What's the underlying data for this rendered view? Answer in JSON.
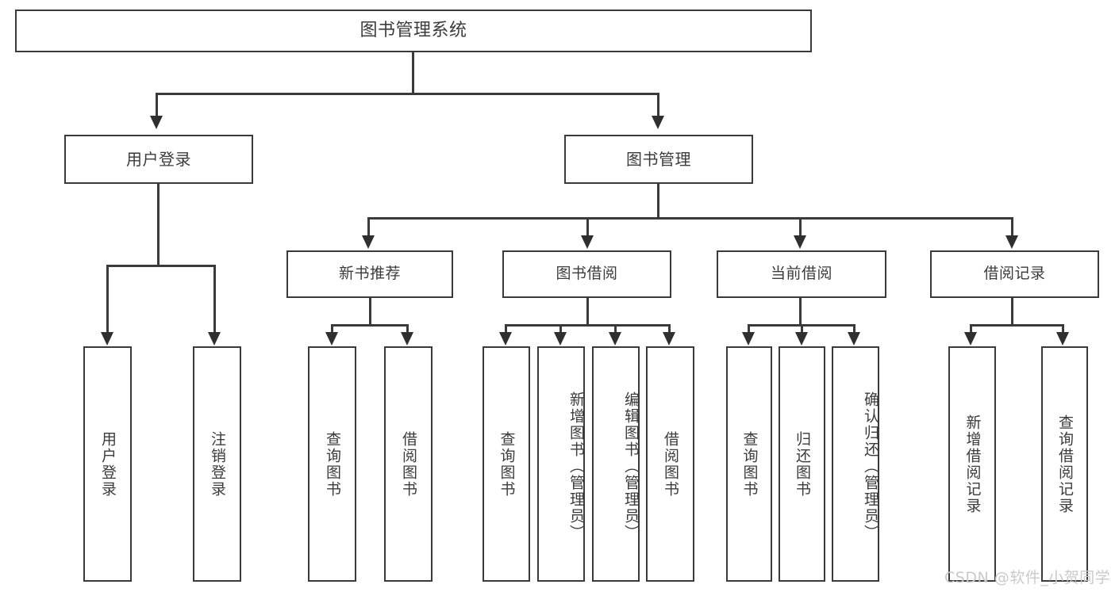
{
  "diagram": {
    "title": "图书管理系统",
    "type": "functional-structure-tree",
    "root": {
      "label": "图书管理系统"
    },
    "level1": [
      {
        "label": "用户登录"
      },
      {
        "label": "图书管理"
      }
    ],
    "level2": [
      {
        "label": "新书推荐"
      },
      {
        "label": "图书借阅"
      },
      {
        "label": "当前借阅"
      },
      {
        "label": "借阅记录"
      }
    ],
    "leaves": {
      "user_login": [
        {
          "label": "用户登录"
        },
        {
          "label": "注销登录"
        }
      ],
      "new_book_recommend": [
        {
          "label": "查询图书"
        },
        {
          "label": "借阅图书"
        }
      ],
      "book_borrow": [
        {
          "label": "查询图书"
        },
        {
          "label": "新增图书（管理员）"
        },
        {
          "label": "编辑图书（管理员）"
        },
        {
          "label": "借阅图书"
        }
      ],
      "current_borrow": [
        {
          "label": "查询图书"
        },
        {
          "label": "归还图书"
        },
        {
          "label": "确认归还（管理员）"
        }
      ],
      "borrow_record": [
        {
          "label": "新增借阅记录"
        },
        {
          "label": "查询借阅记录"
        }
      ]
    }
  },
  "watermark": {
    "text": "CSDN @软件_小贺同学"
  },
  "colors": {
    "box_border": "#3a3a3a",
    "line": "#3a3a3a",
    "text": "#3b3b3b",
    "background": "#ffffff",
    "watermark": "#c9c9c9"
  }
}
